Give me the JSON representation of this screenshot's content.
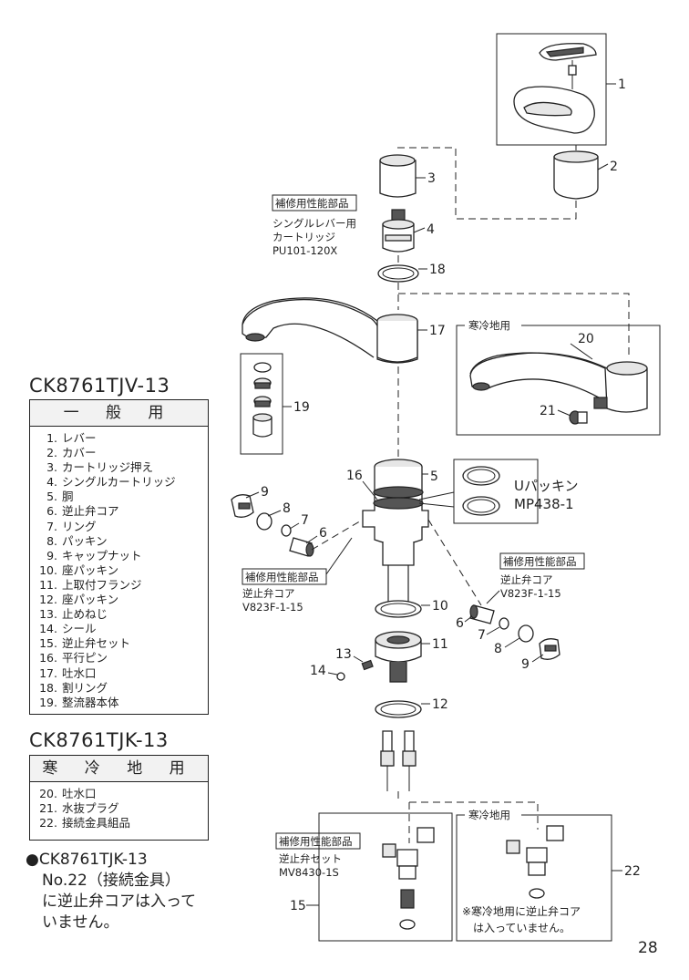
{
  "model_general": {
    "title": "CK8761TJV-13",
    "category": "一 般 用",
    "parts": [
      {
        "no": "1.",
        "name": "レバー"
      },
      {
        "no": "2.",
        "name": "カバー"
      },
      {
        "no": "3.",
        "name": "カートリッジ押え"
      },
      {
        "no": "4.",
        "name": "シングルカートリッジ"
      },
      {
        "no": "5.",
        "name": "胴"
      },
      {
        "no": "6.",
        "name": "逆止弁コア"
      },
      {
        "no": "7.",
        "name": "リング"
      },
      {
        "no": "8.",
        "name": "パッキン"
      },
      {
        "no": "9.",
        "name": "キャップナット"
      },
      {
        "no": "10.",
        "name": "座パッキン"
      },
      {
        "no": "11.",
        "name": "上取付フランジ"
      },
      {
        "no": "12.",
        "name": "座パッキン"
      },
      {
        "no": "13.",
        "name": "止めねじ"
      },
      {
        "no": "14.",
        "name": "シール"
      },
      {
        "no": "15.",
        "name": "逆止弁セット"
      },
      {
        "no": "16.",
        "name": "平行ピン"
      },
      {
        "no": "17.",
        "name": "吐水口"
      },
      {
        "no": "18.",
        "name": "割リング"
      },
      {
        "no": "19.",
        "name": "整流器本体"
      }
    ]
  },
  "model_cold": {
    "title": "CK8761TJK-13",
    "category": "寒 冷 地 用",
    "parts": [
      {
        "no": "20.",
        "name": "吐水口"
      },
      {
        "no": "21.",
        "name": "水抜プラグ"
      },
      {
        "no": "22.",
        "name": "接続金具組品"
      }
    ]
  },
  "note": {
    "line1": "●CK8761TJK-13",
    "line2": "No.22（接続金具）",
    "line3": "に逆止弁コアは入って",
    "line4": "いません。"
  },
  "diagram": {
    "labels": {
      "p1": "1",
      "p2": "2",
      "p3": "3",
      "p4": "4",
      "p5": "5",
      "p6a": "6",
      "p6b": "6",
      "p7a": "7",
      "p7b": "7",
      "p8a": "8",
      "p8b": "8",
      "p9a": "9",
      "p9b": "9",
      "p10": "10",
      "p11": "11",
      "p12": "12",
      "p13": "13",
      "p14": "14",
      "p15": "15",
      "p16": "16",
      "p17": "17",
      "p18": "18",
      "p19": "19",
      "p20": "20",
      "p21": "21",
      "p22": "22"
    },
    "service_part_tag": "補修用性能部品",
    "cartridge": {
      "line1": "シングルレバー用",
      "line2": "カートリッジ",
      "code": "PU101-120X"
    },
    "cold_spout_label": "寒冷地用",
    "u_packing": {
      "name": "Uパッキン",
      "code": "MP438-1"
    },
    "check_valve_left": {
      "name": "逆止弁コア",
      "code": "V823F-1-15"
    },
    "check_valve_right": {
      "name": "逆止弁コア",
      "code": "V823F-1-15"
    },
    "check_valve_set": {
      "name": "逆止弁セット",
      "code": "MV8430-1S"
    },
    "cold_fitting_label": "寒冷地用",
    "cold_fitting_note1": "※寒冷地用に逆止弁コア",
    "cold_fitting_note2": "は入っていません。"
  },
  "page_number": "28",
  "colors": {
    "ink": "#222222",
    "tag_bg": "#ffffff",
    "header_bg": "#f2f2f2"
  }
}
